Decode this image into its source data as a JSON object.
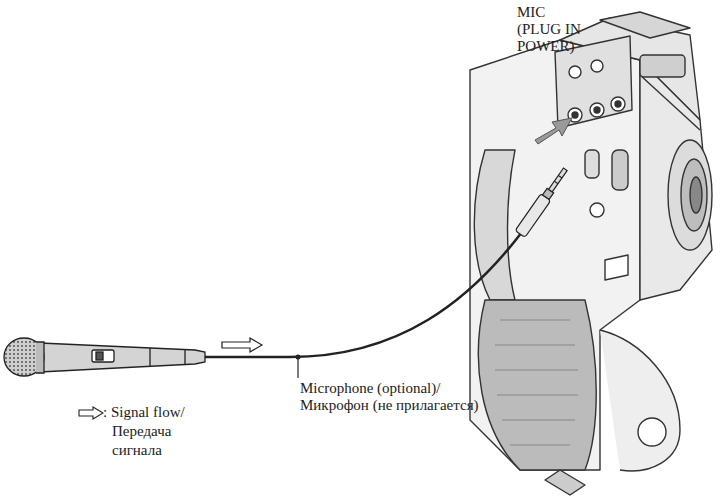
{
  "diagram": {
    "labels": [
      "MIC (PLUG IN POWER)",
      "Microphone (optional)/ Микрофон (не прилагается)"
    ],
    "legend": [
      {
        "text": ": Signal flow/ Передача сигнала"
      }
    ]
  }
}
